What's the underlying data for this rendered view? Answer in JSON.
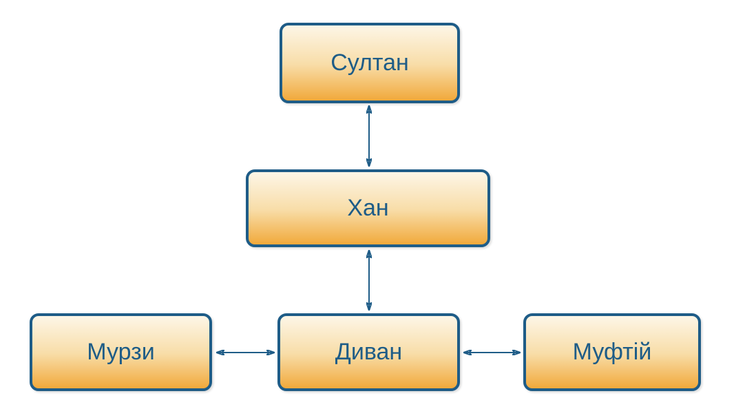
{
  "diagram": {
    "type": "hierarchy-flowchart",
    "nodes": [
      {
        "id": "sultan",
        "label": "Султан"
      },
      {
        "id": "khan",
        "label": "Хан"
      },
      {
        "id": "murzy",
        "label": "Мурзи"
      },
      {
        "id": "divan",
        "label": "Диван"
      },
      {
        "id": "muftiy",
        "label": "Муфтій"
      }
    ],
    "edges": [
      {
        "from": "sultan",
        "to": "khan",
        "direction": "bidirectional"
      },
      {
        "from": "khan",
        "to": "divan",
        "direction": "bidirectional"
      },
      {
        "from": "murzy",
        "to": "divan",
        "direction": "bidirectional"
      },
      {
        "from": "divan",
        "to": "muftiy",
        "direction": "bidirectional"
      }
    ],
    "colors": {
      "border": "#1E5C87",
      "text": "#1E5C87",
      "arrow": "#1E5C87",
      "box_gradient_top": "#FDF6E7",
      "box_gradient_mid": "#F8DDA8",
      "box_gradient_bottom": "#F1A93B",
      "background": "#FFFFFF"
    }
  }
}
